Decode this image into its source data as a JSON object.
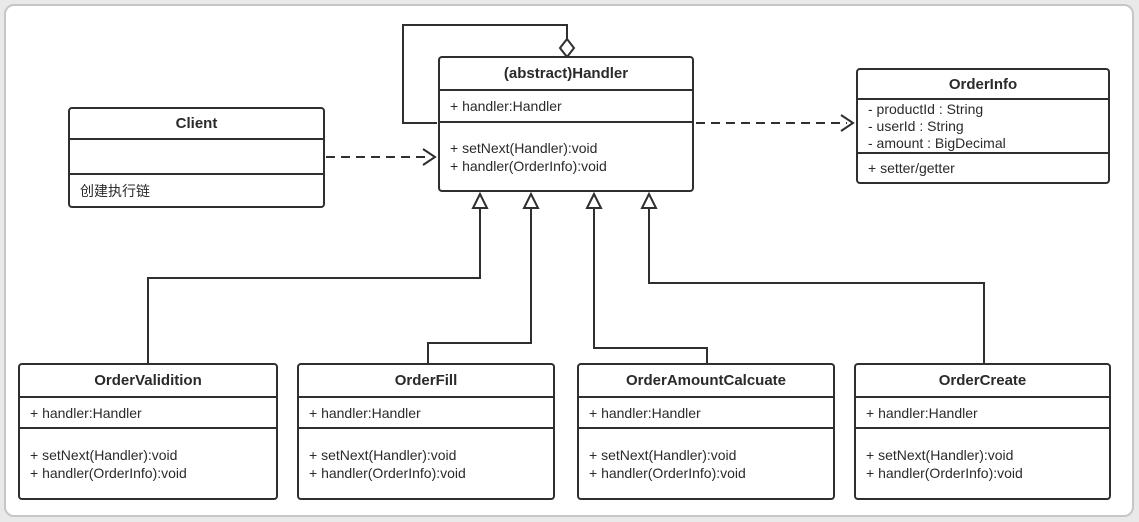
{
  "diagram_title": "Chain of Responsibility UML class diagram",
  "colors": {
    "line": "#2f2f2f",
    "box_background": "#ffffff",
    "frame_border": "#c6c6c6",
    "page_background": "#e9e9e9"
  },
  "classes": {
    "client": {
      "name": "Client",
      "attributes": [],
      "methods": [
        "创建执行链"
      ]
    },
    "handler": {
      "name": "(abstract)Handler",
      "attributes": [
        "+ handler:Handler"
      ],
      "methods": [
        "+ setNext(Handler):void",
        "+ handler(OrderInfo):void"
      ]
    },
    "orderinfo": {
      "name": "OrderInfo",
      "attributes": [
        "- productId : String",
        "- userId : String",
        "- amount : BigDecimal"
      ],
      "methods": [
        "+ setter/getter"
      ]
    },
    "ordervalidition": {
      "name": "OrderValidition",
      "attributes": [
        "+ handler:Handler"
      ],
      "methods": [
        "+ setNext(Handler):void",
        "+ handler(OrderInfo):void"
      ]
    },
    "orderfill": {
      "name": "OrderFill",
      "attributes": [
        "+ handler:Handler"
      ],
      "methods": [
        "+ setNext(Handler):void",
        "+ handler(OrderInfo):void"
      ]
    },
    "orderamountcalcuate": {
      "name": "OrderAmountCalcuate",
      "attributes": [
        "+ handler:Handler"
      ],
      "methods": [
        "+ setNext(Handler):void",
        "+ handler(OrderInfo):void"
      ]
    },
    "ordercreate": {
      "name": "OrderCreate",
      "attributes": [
        "+ handler:Handler"
      ],
      "methods": [
        "+ setNext(Handler):void",
        "+ handler(OrderInfo):void"
      ]
    }
  },
  "relationships": [
    {
      "type": "aggregation",
      "from": "Handler",
      "to": "Handler",
      "line": "solid",
      "marker": "hollow-diamond"
    },
    {
      "type": "dependency",
      "from": "Client",
      "to": "Handler",
      "line": "dashed",
      "marker": "open-arrow"
    },
    {
      "type": "dependency",
      "from": "Handler",
      "to": "OrderInfo",
      "line": "dashed",
      "marker": "open-arrow"
    },
    {
      "type": "inheritance",
      "from": "OrderValidition",
      "to": "Handler",
      "line": "solid",
      "marker": "hollow-triangle"
    },
    {
      "type": "inheritance",
      "from": "OrderFill",
      "to": "Handler",
      "line": "solid",
      "marker": "hollow-triangle"
    },
    {
      "type": "inheritance",
      "from": "OrderAmountCalcuate",
      "to": "Handler",
      "line": "solid",
      "marker": "hollow-triangle"
    },
    {
      "type": "inheritance",
      "from": "OrderCreate",
      "to": "Handler",
      "line": "solid",
      "marker": "hollow-triangle"
    }
  ]
}
